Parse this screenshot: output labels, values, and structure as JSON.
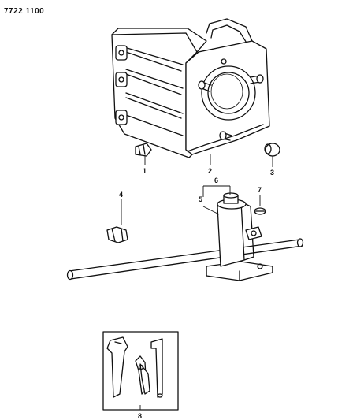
{
  "header": {
    "code": "7722  1100"
  },
  "callouts": [
    {
      "id": "1",
      "label": "1"
    },
    {
      "id": "2",
      "label": "2"
    },
    {
      "id": "3",
      "label": "3"
    },
    {
      "id": "4",
      "label": "4"
    },
    {
      "id": "5",
      "label": "5"
    },
    {
      "id": "6",
      "label": "6"
    },
    {
      "id": "7",
      "label": "7"
    },
    {
      "id": "8",
      "label": "8"
    }
  ]
}
